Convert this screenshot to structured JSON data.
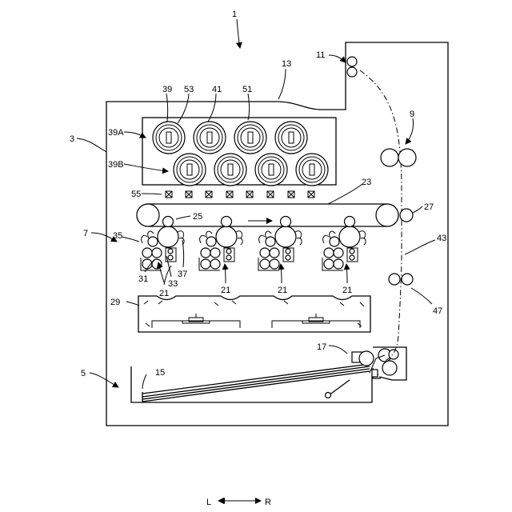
{
  "figure": {
    "labels": {
      "l1": "1",
      "l3": "3",
      "l5": "5",
      "l7": "7",
      "l9": "9",
      "l11": "11",
      "l13": "13",
      "l15": "15",
      "l17": "17",
      "l21a": "21",
      "l21b": "21",
      "l21c": "21",
      "l21d": "21",
      "l23": "23",
      "l25": "25",
      "l27": "27",
      "l29": "29",
      "l31": "31",
      "l33": "33",
      "l35": "35",
      "l37": "37",
      "l39": "39",
      "l39A": "39A",
      "l39B": "39B",
      "l41": "41",
      "l43": "43",
      "l47": "47",
      "l51": "51",
      "l53": "53",
      "l55": "55"
    },
    "direction": {
      "left": "L",
      "right": "R"
    }
  }
}
